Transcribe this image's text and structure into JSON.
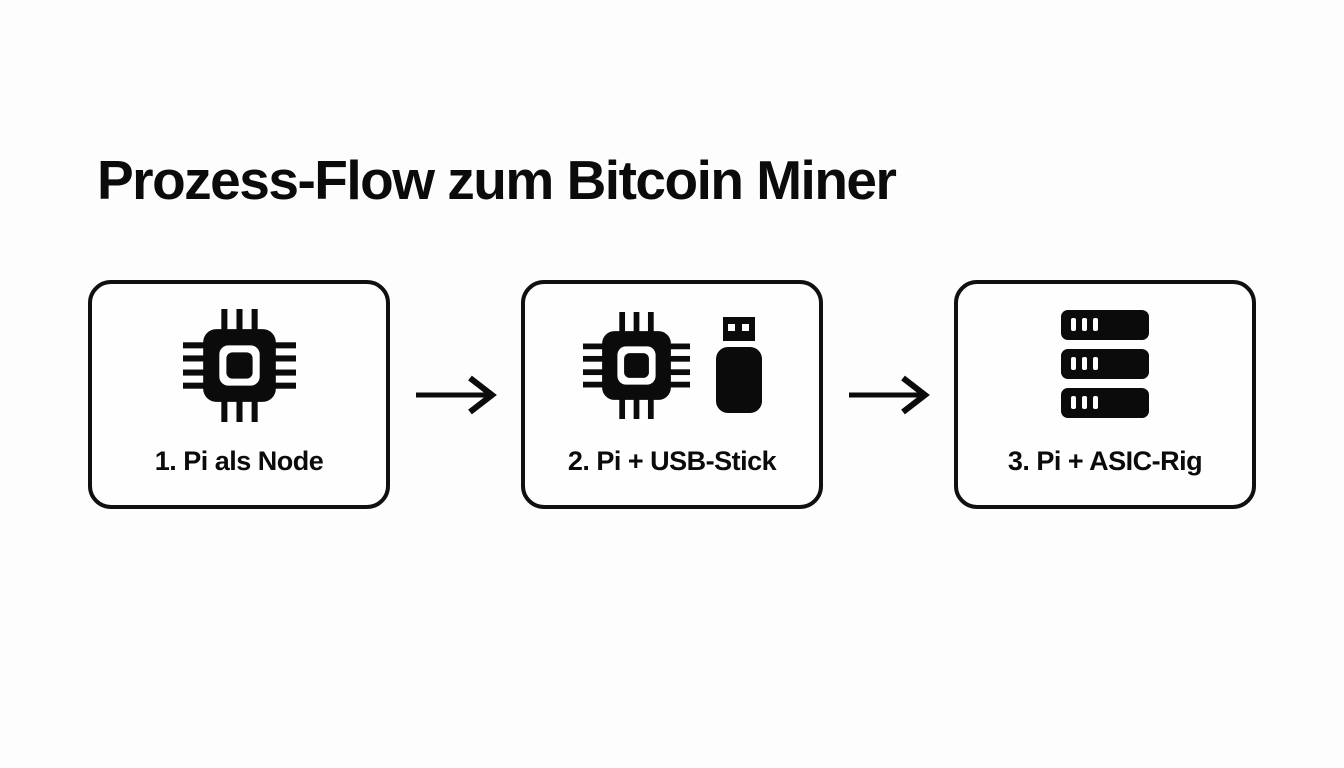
{
  "title": "Prozess-Flow zum Bitcoin Miner",
  "flow": {
    "steps": [
      {
        "label": "1. Pi als Node",
        "icons": [
          "chip-icon"
        ]
      },
      {
        "label": "2. Pi + USB-Stick",
        "icons": [
          "chip-icon",
          "usb-stick-icon"
        ]
      },
      {
        "label": "3. Pi + ASIC-Rig",
        "icons": [
          "server-rack-icon"
        ]
      }
    ],
    "connector_icon": "arrow-right-icon"
  },
  "colors": {
    "background": "#fdfdfd",
    "ink": "#0b0b0b",
    "box_border": "#101010",
    "box_background": "#fefefe"
  }
}
